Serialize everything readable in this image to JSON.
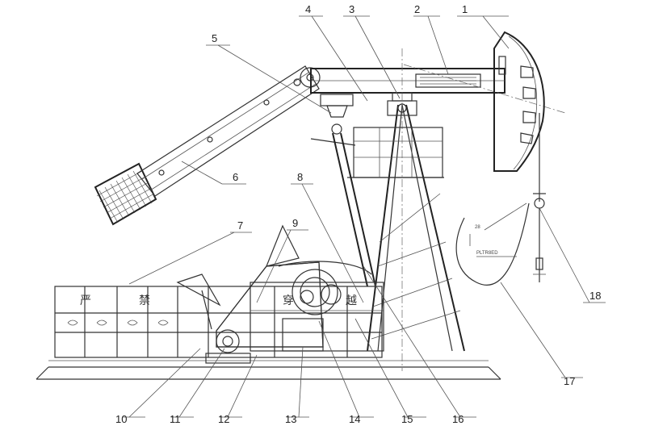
{
  "callouts": [
    "1",
    "2",
    "3",
    "4",
    "5",
    "6",
    "7",
    "8",
    "9",
    "10",
    "11",
    "12",
    "13",
    "14",
    "15",
    "16",
    "17",
    "18"
  ],
  "fence_signs": [
    "严",
    "禁",
    "穿",
    "越"
  ],
  "small_marks": [
    "28",
    "PLTR8ED"
  ]
}
